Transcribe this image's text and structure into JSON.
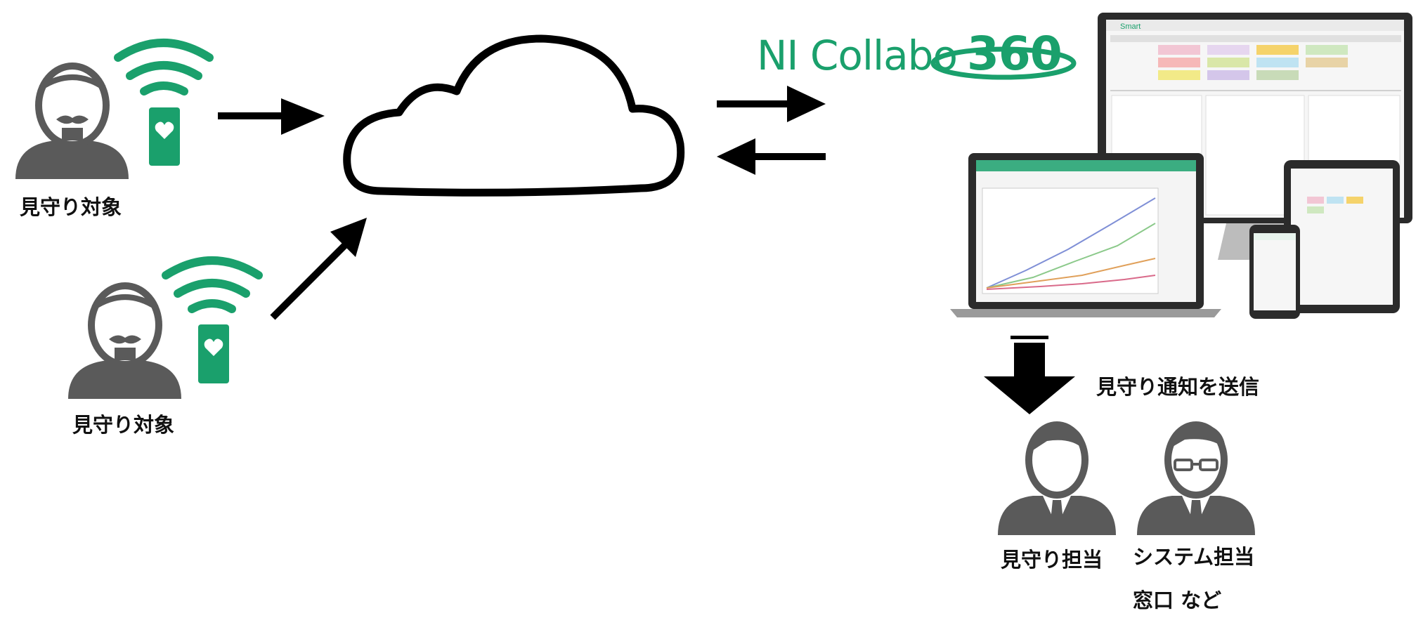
{
  "brand": {
    "name": "NI Collabo",
    "number": "360",
    "app_logo": "Smart"
  },
  "subjects": [
    {
      "label": "見守り対象"
    },
    {
      "label": "見守り対象"
    }
  ],
  "notify_label": "見守り通知を送信",
  "staff": [
    {
      "label": "見守り担当"
    },
    {
      "label": "システム担当"
    }
  ],
  "staff_note": "窓口 など",
  "colors": {
    "accent": "#1aa06c",
    "person": "#5a5a5a",
    "arrow": "#000000"
  }
}
